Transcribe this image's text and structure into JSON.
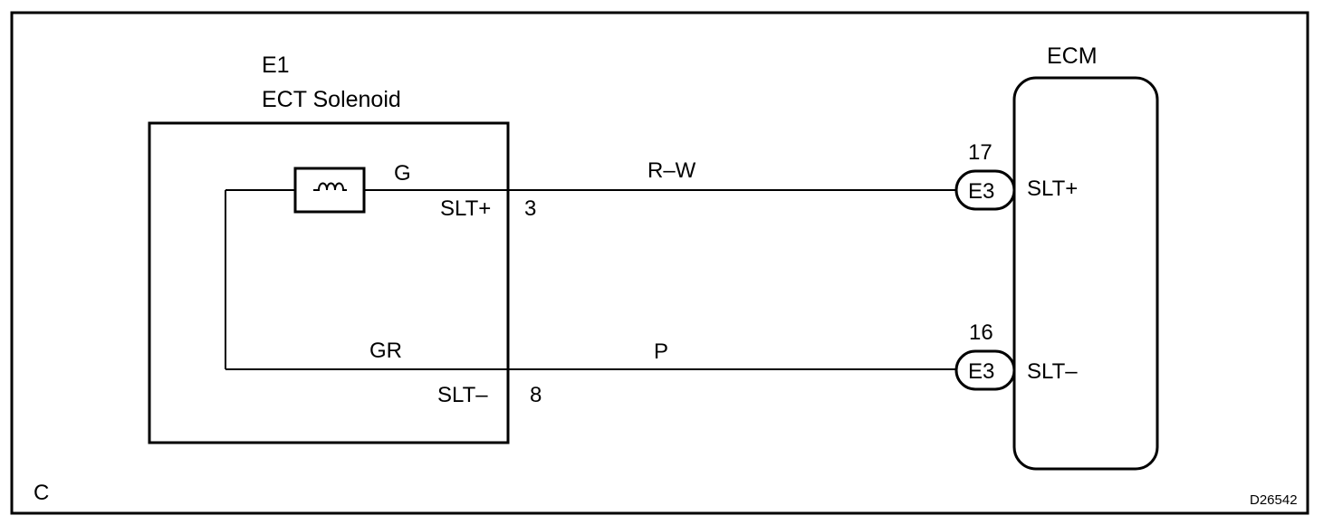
{
  "corner_label": "C",
  "figure_id": "D26542",
  "solenoid": {
    "connector": "E1",
    "name": "ECT Solenoid",
    "wire_top_color": "G",
    "wire_bottom_color": "GR",
    "pin_top_name": "SLT+",
    "pin_top_number": "3",
    "pin_bottom_name": "SLT–",
    "pin_bottom_number": "8"
  },
  "wires": {
    "top_color": "R–W",
    "bottom_color": "P"
  },
  "ecm": {
    "name": "ECM",
    "top_pin_number": "17",
    "top_connector": "E3",
    "top_terminal": "SLT+",
    "bottom_pin_number": "16",
    "bottom_connector": "E3",
    "bottom_terminal": "SLT–"
  },
  "colors": {
    "line": "#000000",
    "background": "#ffffff"
  }
}
